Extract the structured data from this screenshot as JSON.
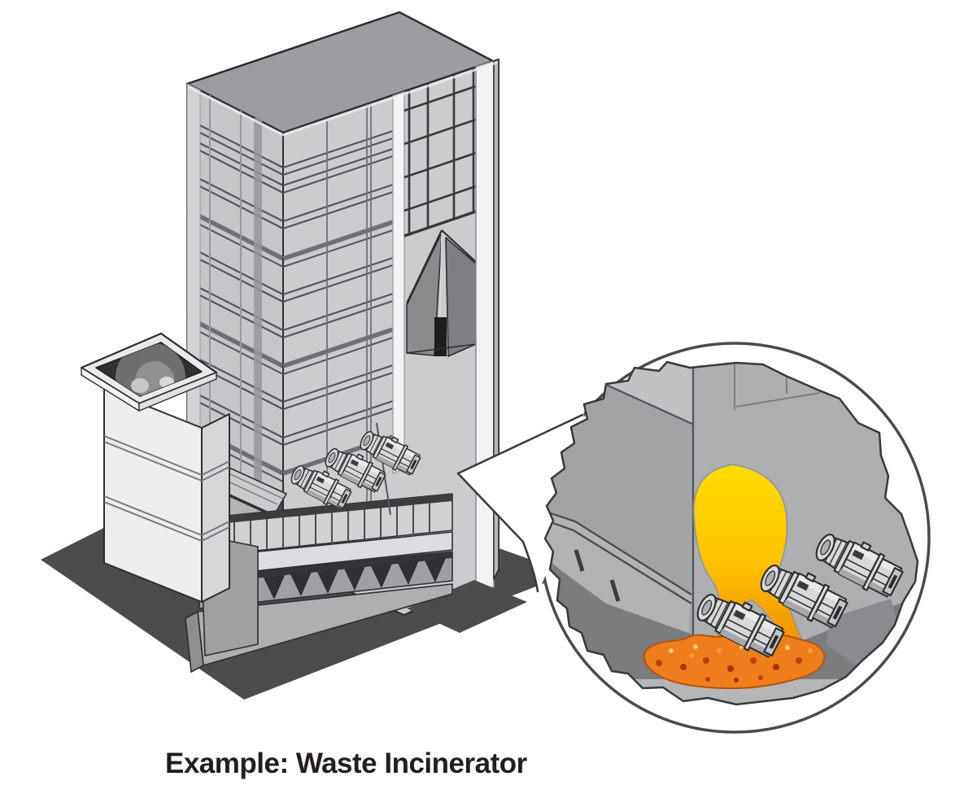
{
  "figure": {
    "caption": "Example: Waste Incinerator",
    "type": "technical-illustration",
    "subject": "Isometric cutaway illustration of a waste incinerator plant: waste feed hopper on a pedestal, tall banded boiler tower with feed chute, combustion grate assembly driven by gearmotors, and a magnified circular detail of the combustion chamber showing the flame, the burning waste bed on the grate and the grate-drive gearmotors.",
    "counts": {
      "tower_gearmotors": 3,
      "inset_gearmotors": 3
    },
    "palette": {
      "background": "#ffffff",
      "outline": "#2e2e30",
      "tower_left_face": "#c5c6c8",
      "tower_right_face": "#cbccce",
      "roof": "#9c9da0",
      "white_trim": "#f2f3f5",
      "steel_dark": "#85868a",
      "ground_shadow": "#4b4c4e",
      "inset_left_wall": "#a2a3a5",
      "inset_back_wall": "#aeafb1",
      "inset_floor": "#7b7c7e",
      "flame_top": "#ffdc00",
      "flame_mid": "#ffc400",
      "flame_low": "#f59b00",
      "flame_deep": "#ee8500",
      "ember_orange": "#ee7e1c",
      "ember_dark": "#bf3b0c",
      "ember_light": "#ffcf6e",
      "caption_color": "#221e1f"
    }
  }
}
